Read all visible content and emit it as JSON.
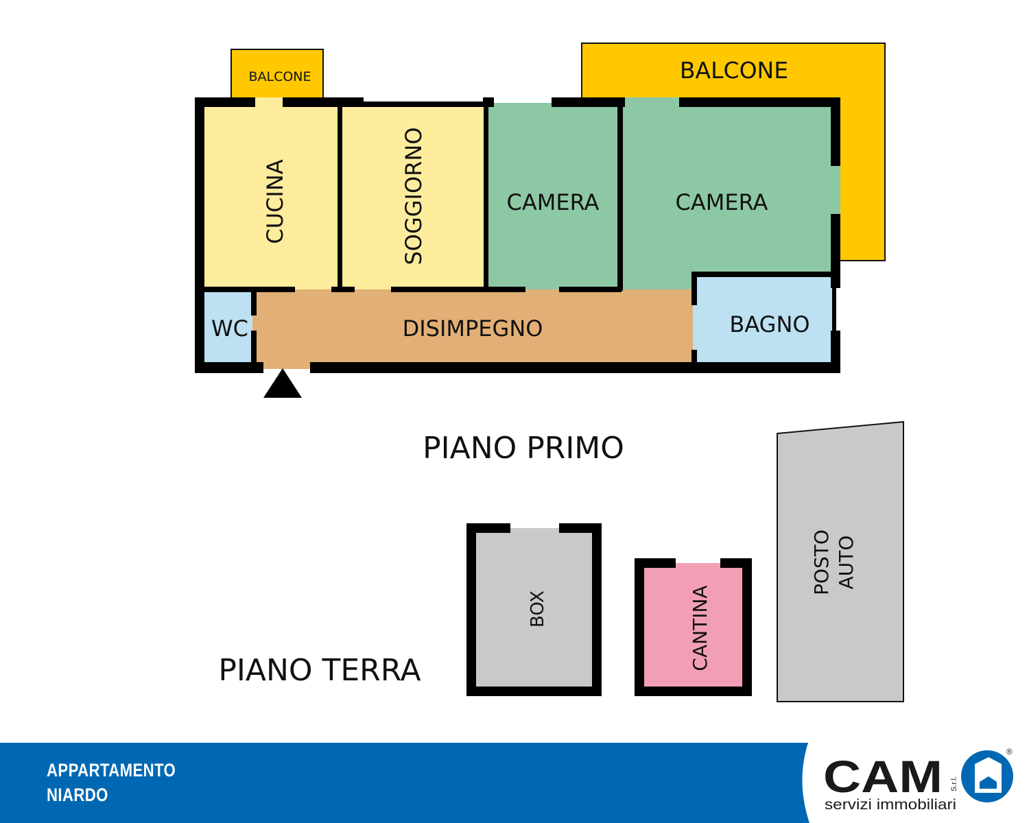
{
  "floors": {
    "first": {
      "title": "PIANO PRIMO",
      "rooms": {
        "balcone_small": "BALCONE",
        "balcone_large": "BALCONE",
        "cucina": "CUCINA",
        "soggiorno": "SOGGIORNO",
        "camera1": "CAMERA",
        "camera2": "CAMERA",
        "wc": "WC",
        "disimpegno": "DISIMPEGNO",
        "bagno": "BAGNO"
      }
    },
    "ground": {
      "title": "PIANO TERRA",
      "rooms": {
        "box": "BOX",
        "cantina": "CANTINA",
        "posto_auto_line1": "POSTO",
        "posto_auto_line2": "AUTO"
      }
    }
  },
  "footer": {
    "line1": "APPARTAMENTO",
    "line2": "NIARDO"
  },
  "logo": {
    "brand": "CAM",
    "suffix": "S.r.l.",
    "tagline": "servizi immobiliari",
    "registered": "®"
  },
  "colors": {
    "kitchen_living": "#FDEC9C",
    "bedroom": "#8DC8A4",
    "bath": "#BDE0F3",
    "corridor": "#E2AF76",
    "balcony": "#FFC800",
    "garage": "#C8C9CB",
    "cellar": "#F29FB5",
    "brand_blue": "#0068B3"
  }
}
